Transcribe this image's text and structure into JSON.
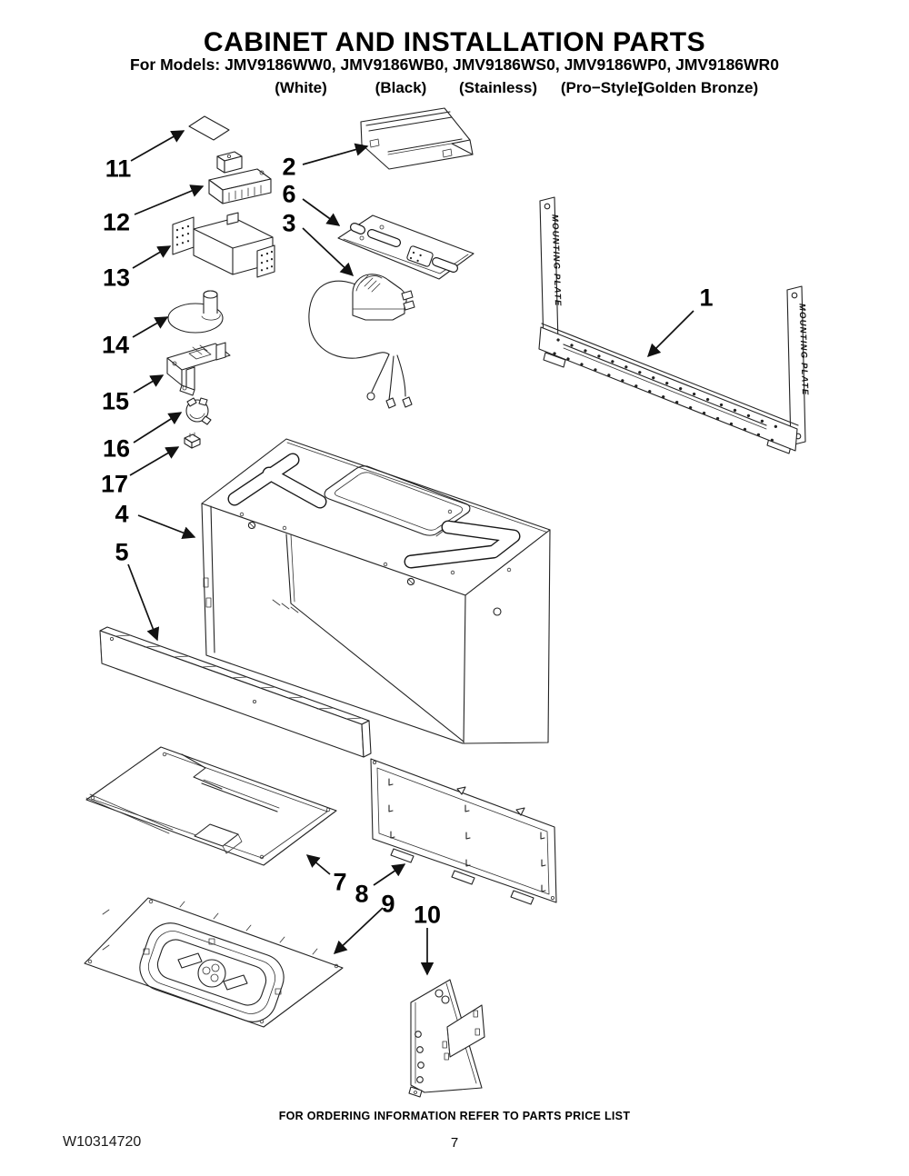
{
  "header": {
    "title": "CABINET AND INSTALLATION PARTS",
    "models_line": "For Models: JMV9186WW0, JMV9186WB0, JMV9186WS0, JMV9186WP0, JMV9186WR0",
    "colors": [
      "(White)",
      "(Black)",
      "(Stainless)",
      "(Pro−Style)",
      "(Golden Bronze)"
    ]
  },
  "diagram": {
    "mounting_plate_label": "MOUNTING PLATE",
    "callouts": [
      "1",
      "2",
      "3",
      "4",
      "5",
      "6",
      "7",
      "8",
      "9",
      "10",
      "11",
      "12",
      "13",
      "14",
      "15",
      "16",
      "17"
    ]
  },
  "footer": {
    "note": "FOR ORDERING INFORMATION REFER TO PARTS PRICE LIST",
    "doc_number": "W10314720",
    "page_number": "7"
  }
}
